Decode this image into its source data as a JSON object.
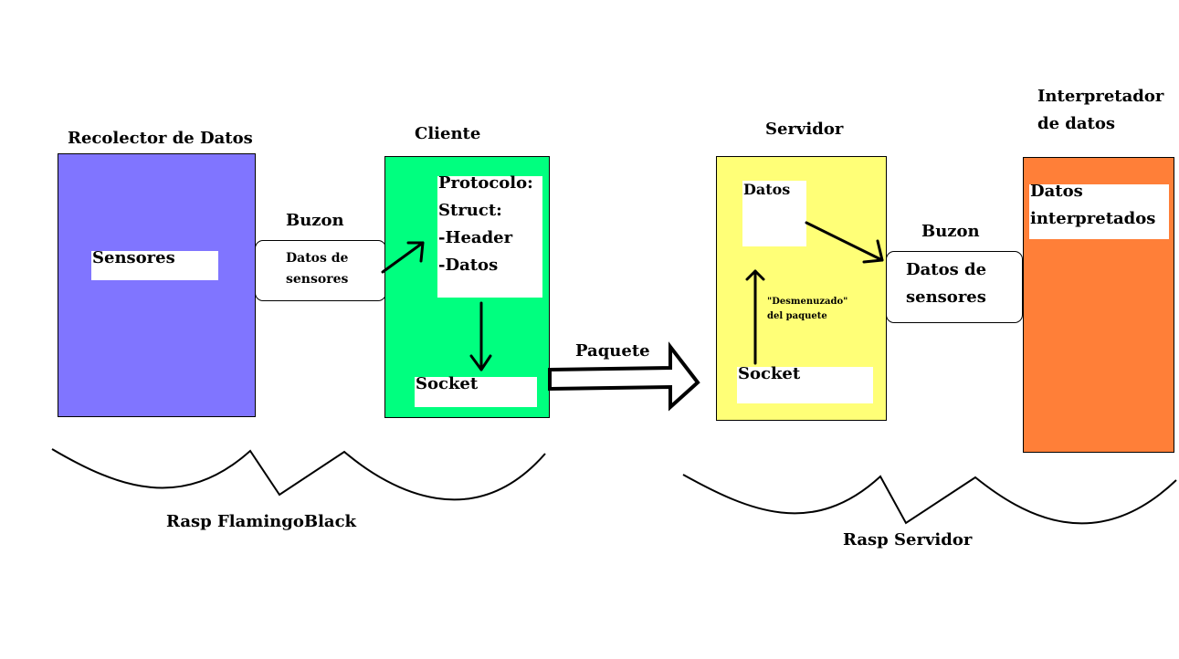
{
  "collector": {
    "title": "Recolector de Datos",
    "inner": "Sensores"
  },
  "buzon_left": {
    "title": "Buzon",
    "line1": "Datos de",
    "line2": "sensores"
  },
  "client": {
    "title": "Cliente",
    "protocol": [
      "Protocolo:",
      "Struct:",
      "-Header",
      "-Datos"
    ],
    "socket": "Socket"
  },
  "packet_label": "Paquete",
  "server": {
    "title": "Servidor",
    "datos": "Datos",
    "note1": "\"Desmenuzado\"",
    "note2": "del paquete",
    "socket": "Socket"
  },
  "buzon_right": {
    "title": "Buzon",
    "line1": "Datos de",
    "line2": "sensores"
  },
  "interpreter": {
    "title1": "Interpretador",
    "title2": "de datos",
    "line1": "Datos",
    "line2": "interpretados"
  },
  "rasp_left": "Rasp FlamingoBlack",
  "rasp_right": "Rasp Servidor",
  "colors": {
    "collector": "#8075ff",
    "client": "#00ff7f",
    "server": "#ffff77",
    "interpreter": "#ff7f38"
  }
}
